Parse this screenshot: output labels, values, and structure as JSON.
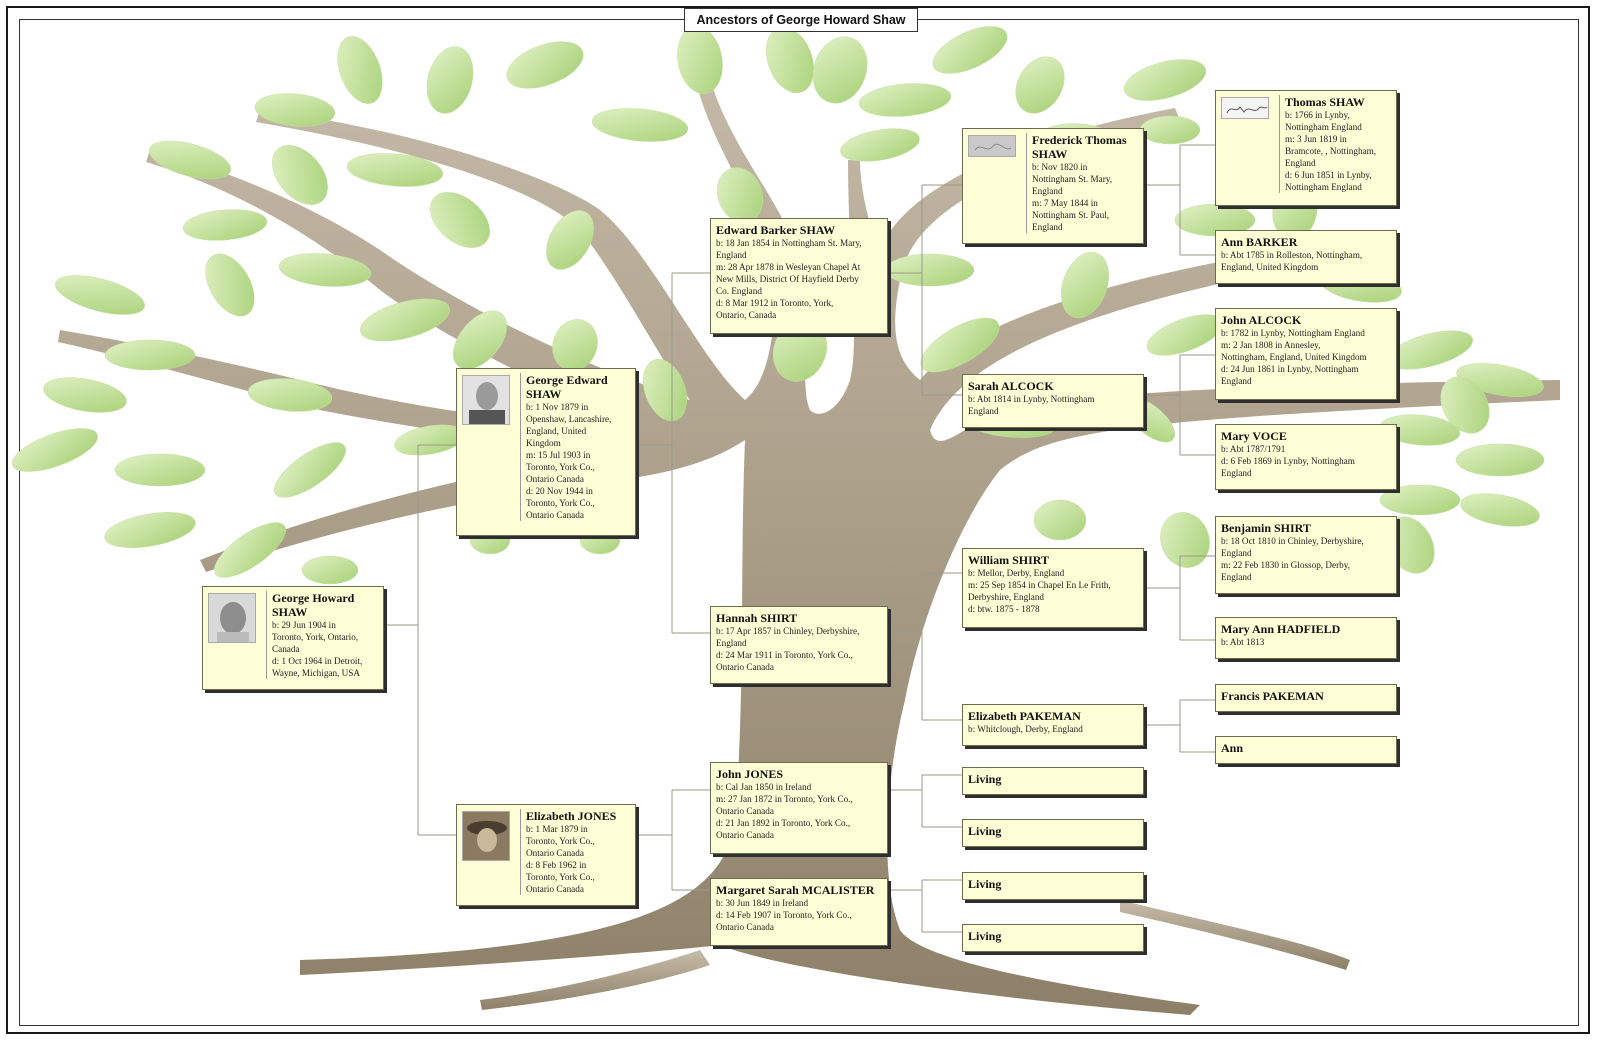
{
  "title": "Ancestors of George Howard Shaw",
  "colors": {
    "card_bg": "#fefed6",
    "leaf": "#b8d98a",
    "trunk": "#a8998a",
    "connector": "#9a9a8a"
  },
  "people": {
    "george_howard": {
      "name": "George Howard SHAW",
      "lines": [
        "b: 29 Jun 1904 in",
        "Toronto, York, Ontario,",
        "Canada",
        "d: 1 Oct 1964 in Detroit,",
        "Wayne, Michigan, USA"
      ]
    },
    "george_edward": {
      "name": "George Edward SHAW",
      "lines": [
        "b: 1 Nov 1879 in",
        "Openshaw, Lancashire,",
        "England, United",
        "Kingdom",
        "m: 15 Jul 1903 in",
        "Toronto, York Co.,",
        "Ontario Canada",
        "d: 20 Nov 1944 in",
        "Toronto, York Co.,",
        "Ontario Canada"
      ]
    },
    "elizabeth_jones": {
      "name": "Elizabeth JONES",
      "lines": [
        "b: 1 Mar 1879 in",
        "Toronto, York Co.,",
        "Ontario Canada",
        "d: 8 Feb 1962 in",
        "Toronto, York Co.,",
        "Ontario Canada"
      ]
    },
    "edward_barker": {
      "name": "Edward Barker SHAW",
      "lines": [
        "b: 18 Jan 1854 in Nottingham St. Mary,",
        "England",
        "m: 28 Apr 1878 in Wesleyan Chapel  At",
        "New Mills, District Of Hayfield Derby",
        "Co. England",
        "d: 8 Mar 1912 in Toronto, York,",
        "Ontario, Canada"
      ]
    },
    "hannah_shirt": {
      "name": "Hannah SHIRT",
      "lines": [
        "b: 17 Apr 1857 in Chinley, Derbyshire,",
        "England",
        "d: 24 Mar 1911 in Toronto, York Co.,",
        "Ontario Canada"
      ]
    },
    "john_jones": {
      "name": "John JONES",
      "lines": [
        "b: Cal Jan 1850 in Ireland",
        "m: 27 Jan 1872 in Toronto, York Co.,",
        "Ontario Canada",
        "d: 21 Jan 1892 in Toronto, York Co.,",
        "Ontario Canada"
      ]
    },
    "margaret_mcalister": {
      "name": "Margaret Sarah MCALISTER",
      "lines": [
        "b: 30 Jun 1849 in Ireland",
        "d: 14 Feb 1907 in Toronto, York Co.,",
        "Ontario Canada"
      ]
    },
    "frederick_thomas": {
      "name": "Frederick Thomas SHAW",
      "lines": [
        "b: Nov 1820 in",
        "Nottingham St. Mary,",
        "England",
        "m: 7 May 1844 in",
        "Nottingham St. Paul,",
        "England"
      ]
    },
    "sarah_alcock": {
      "name": "Sarah ALCOCK",
      "lines": [
        "b: Abt 1814 in Lynby, Nottingham",
        "England"
      ]
    },
    "william_shirt": {
      "name": "William SHIRT",
      "lines": [
        "b: Mellor, Derby, England",
        "m: 25 Sep 1854 in Chapel En Le Frith,",
        "Derbyshire, England",
        "d: btw. 1875 -  1878"
      ]
    },
    "elizabeth_pakeman": {
      "name": "Elizabeth PAKEMAN",
      "lines": [
        "b: Whitclough, Derby, England"
      ]
    },
    "living1": {
      "name": "Living",
      "lines": []
    },
    "living2": {
      "name": "Living",
      "lines": []
    },
    "living3": {
      "name": "Living",
      "lines": []
    },
    "living4": {
      "name": "Living",
      "lines": []
    },
    "thomas_shaw": {
      "name": "Thomas SHAW",
      "lines": [
        "b: 1766 in Lynby,",
        "Nottingham England",
        "m: 3 Jun 1819 in",
        "Bramcote, , Nottingham,",
        "England",
        "d: 6 Jun 1851 in Lynby,",
        "Nottingham England"
      ]
    },
    "ann_barker": {
      "name": "Ann BARKER",
      "lines": [
        "b: Abt 1785 in Rolleston, Nottingham,",
        "England, United Kingdom"
      ]
    },
    "john_alcock": {
      "name": "John ALCOCK",
      "lines": [
        "b: 1782 in Lynby, Nottingham England",
        "m: 2 Jan 1808 in Annesley,",
        "Nottingham, England, United Kingdom",
        "d: 24 Jun 1861 in Lynby, Nottingham",
        "England"
      ]
    },
    "mary_voce": {
      "name": "Mary VOCE",
      "lines": [
        "b: Abt 1787/1791",
        "d: 6 Feb 1869 in Lynby, Nottingham",
        "England"
      ]
    },
    "benjamin_shirt": {
      "name": "Benjamin SHIRT",
      "lines": [
        "b: 18 Oct 1810 in Chinley, Derbyshire,",
        "England",
        "m: 22 Feb 1830 in Glossop, Derby,",
        "England"
      ]
    },
    "mary_ann_hadfield": {
      "name": "Mary Ann HADFIELD",
      "lines": [
        "b: Abt 1813"
      ]
    },
    "francis_pakeman": {
      "name": "Francis PAKEMAN",
      "lines": []
    },
    "ann": {
      "name": "Ann",
      "lines": []
    }
  }
}
